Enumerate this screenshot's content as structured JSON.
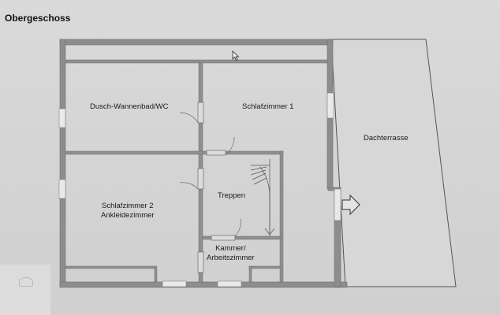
{
  "floor_title": "Obergeschoss",
  "rooms": {
    "bath": "Dusch-Wannenbad/WC",
    "bedroom1": "Schlafzimmer 1",
    "bedroom2_line1": "Schlafzimmer 2",
    "bedroom2_line2": "Ankleidezimmer",
    "stairs": "Treppen",
    "chamber_line1": "Kammer/",
    "chamber_line2": "Arbeitszimmer",
    "terrace": "Dachterrasse"
  },
  "colors": {
    "wall": "#8d8d8d",
    "wall_dark": "#7a7a7a",
    "floor": "#d7d8d7",
    "line": "#3a3a3a"
  },
  "icons": {
    "cursor": "mouse-pointer-icon",
    "arrow": "arrow-right-outline-icon",
    "logo": "watermark-logo"
  }
}
